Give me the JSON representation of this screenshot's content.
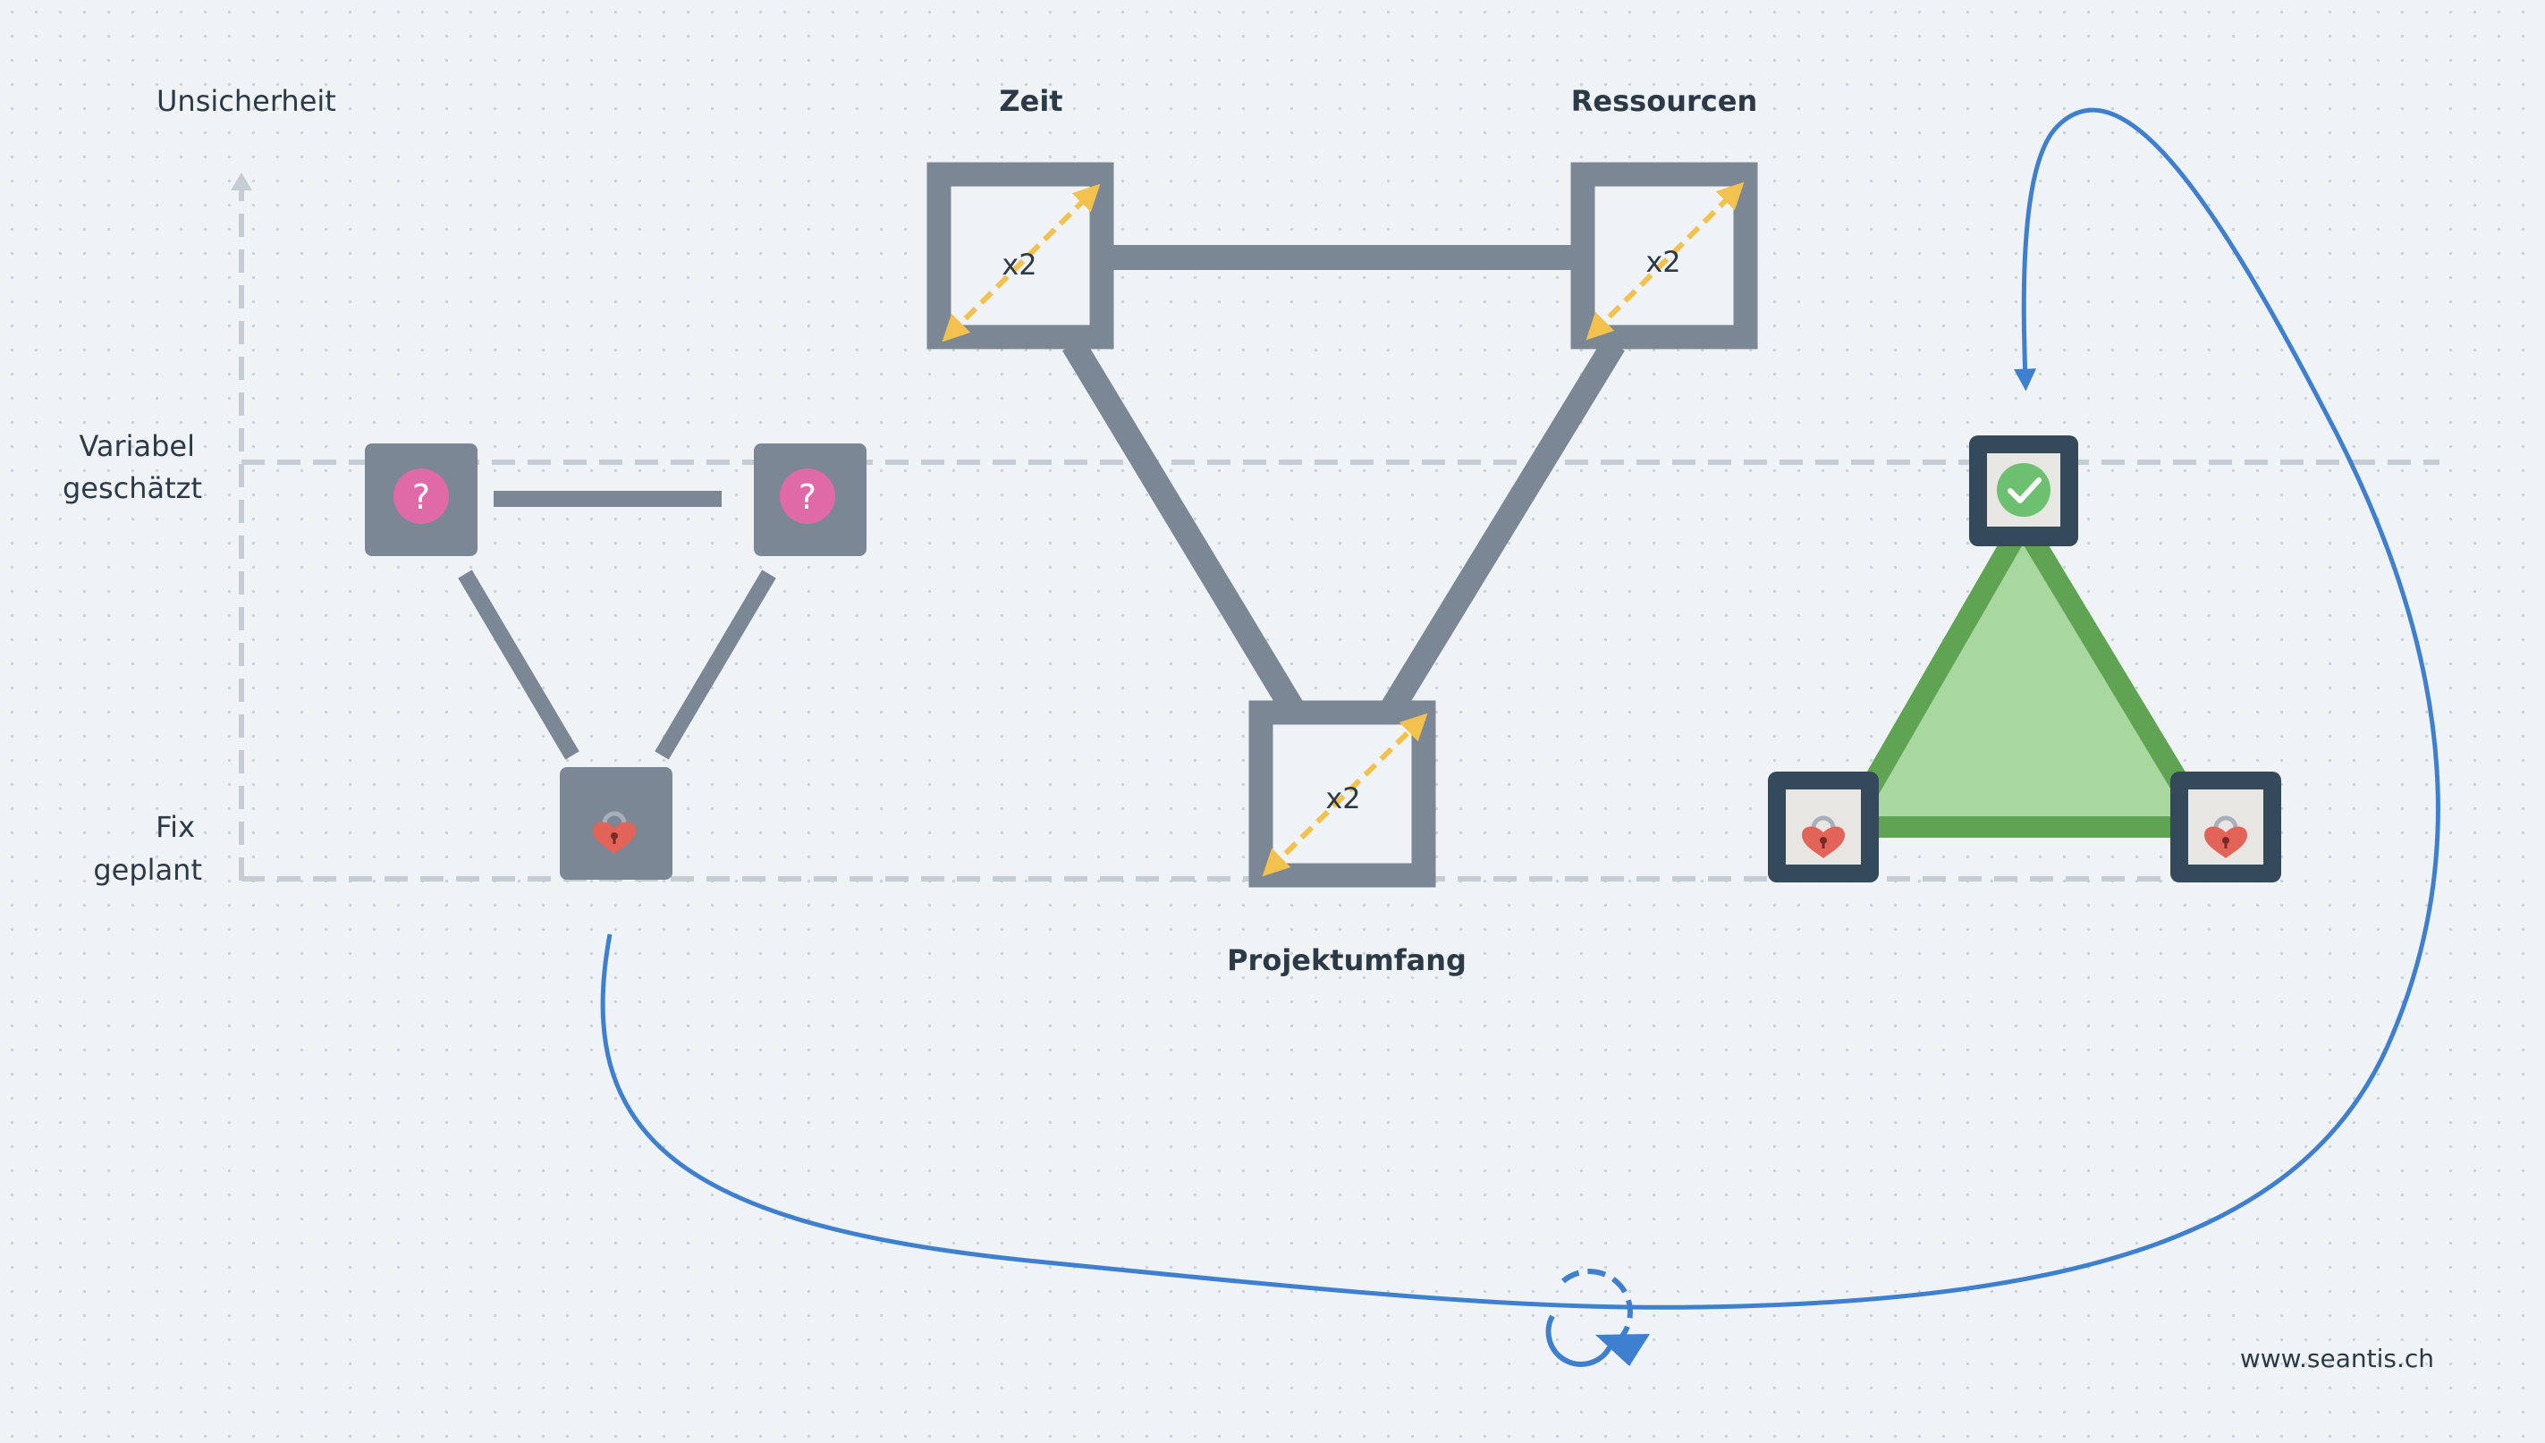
{
  "axis": {
    "title": "Unsicherheit",
    "levels": [
      {
        "line1": "Variabel",
        "line2": "geschätzt"
      },
      {
        "line1": "Fix",
        "line2": "geplant"
      }
    ]
  },
  "triangle_labels": {
    "time": "Zeit",
    "resources": "Ressourcen",
    "scope": "Projektumfang"
  },
  "multiplier": "x2",
  "question_mark": "?",
  "footer": {
    "url": "www.seantis.ch"
  },
  "colors": {
    "background": "#eff3f6",
    "node_gray": "#7b8794",
    "node_dark": "#34495a",
    "arrow_yellow": "#f2c14e",
    "cycle_blue": "#3f7fcf",
    "triangle_fill": "#a8d8a0",
    "triangle_stroke": "#5fa452",
    "check_green": "#6cc070",
    "question_pink": "#e06aa8",
    "lock_red": "#e26459"
  },
  "icons": [
    "question-icon",
    "lock-icon",
    "check-icon",
    "resize-arrow-icon",
    "cycle-icon"
  ]
}
